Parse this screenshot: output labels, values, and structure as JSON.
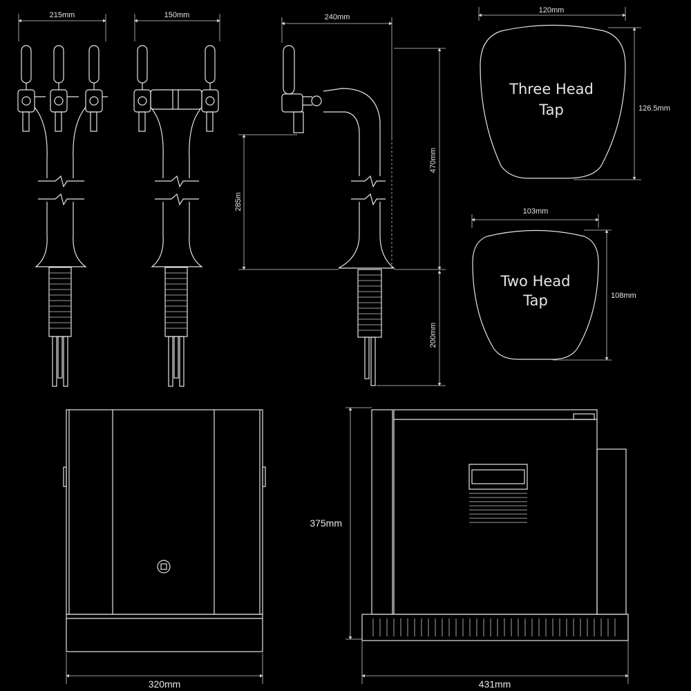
{
  "dimensions": {
    "three_tap_width": "215mm",
    "two_tap_width": "150mm",
    "side_depth": "240mm",
    "total_height": "470mm",
    "above_counter_height": "285m",
    "shank_length": "200mm",
    "three_head_width": "120mm",
    "three_head_height": "126.5mm",
    "two_head_width": "103mm",
    "two_head_height": "108mm",
    "cooler_height": "375mm",
    "cooler_front_width": "320mm",
    "cooler_side_depth": "431mm"
  },
  "labels": {
    "three_head_line1": "Three Head",
    "three_head_line2": "Tap",
    "two_head_line1": "Two Head",
    "two_head_line2": "Tap"
  },
  "colors": {
    "background": "#000000",
    "line": "#e6e6e6"
  }
}
